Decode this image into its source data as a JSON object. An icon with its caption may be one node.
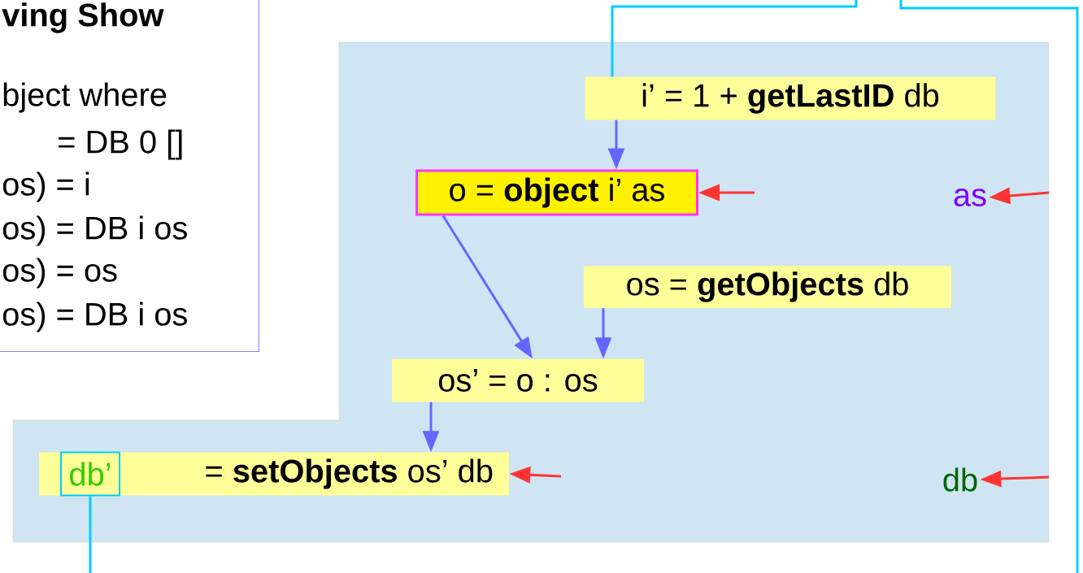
{
  "diagram": {
    "nodes": [
      {
        "text": [
          "ving Show",
          "bject where",
          "= DB 0 []",
          "os) = i",
          "os) = DB i os",
          "os) = os",
          "os) = DB i os"
        ]
      },
      {
        "text": [],
        "shape": "box"
      },
      {
        "text": [
          "i’ = 1 + **getLastID** db"
        ],
        "in": 1
      },
      {
        "text": [
          "o = **object** i’ as"
        ],
        "in": 1
      },
      {
        "text": [
          "as"
        ],
        "in": 1
      },
      {
        "text": [
          "os = **getObjects** db"
        ],
        "in": 1
      },
      {
        "text": [
          "os’  = o : os"
        ],
        "in": 1
      },
      {
        "text": [
          "= **setObjects** os’ db"
        ],
        "in": 1
      },
      {
        "text": [
          "db’"
        ],
        "in": 7
      },
      {
        "text": [
          "db"
        ],
        "in": 1
      }
    ],
    "edges": [
      {
        "from": 2,
        "to": 3,
        "arrow": "to"
      },
      {
        "from": 3,
        "to": 6,
        "arrow": "to"
      },
      {
        "from": 5,
        "to": 6,
        "arrow": "to"
      },
      {
        "from": 6,
        "to": 7,
        "arrow": "to"
      },
      {
        "from": null,
        "to": 3,
        "arrow": "to",
        "color": "#ff3333"
      },
      {
        "from": null,
        "to": 4,
        "arrow": "to",
        "color": "#ff3333"
      },
      {
        "from": null,
        "to": 7,
        "arrow": "to",
        "color": "#ff3333"
      },
      {
        "from": null,
        "to": 9,
        "arrow": "to",
        "color": "#ff3333"
      },
      {
        "from": null,
        "to": 2,
        "arrow": "none",
        "color": "#00ccff"
      },
      {
        "from": 8,
        "to": null,
        "arrow": "none",
        "color": "#00ccff"
      }
    ]
  }
}
